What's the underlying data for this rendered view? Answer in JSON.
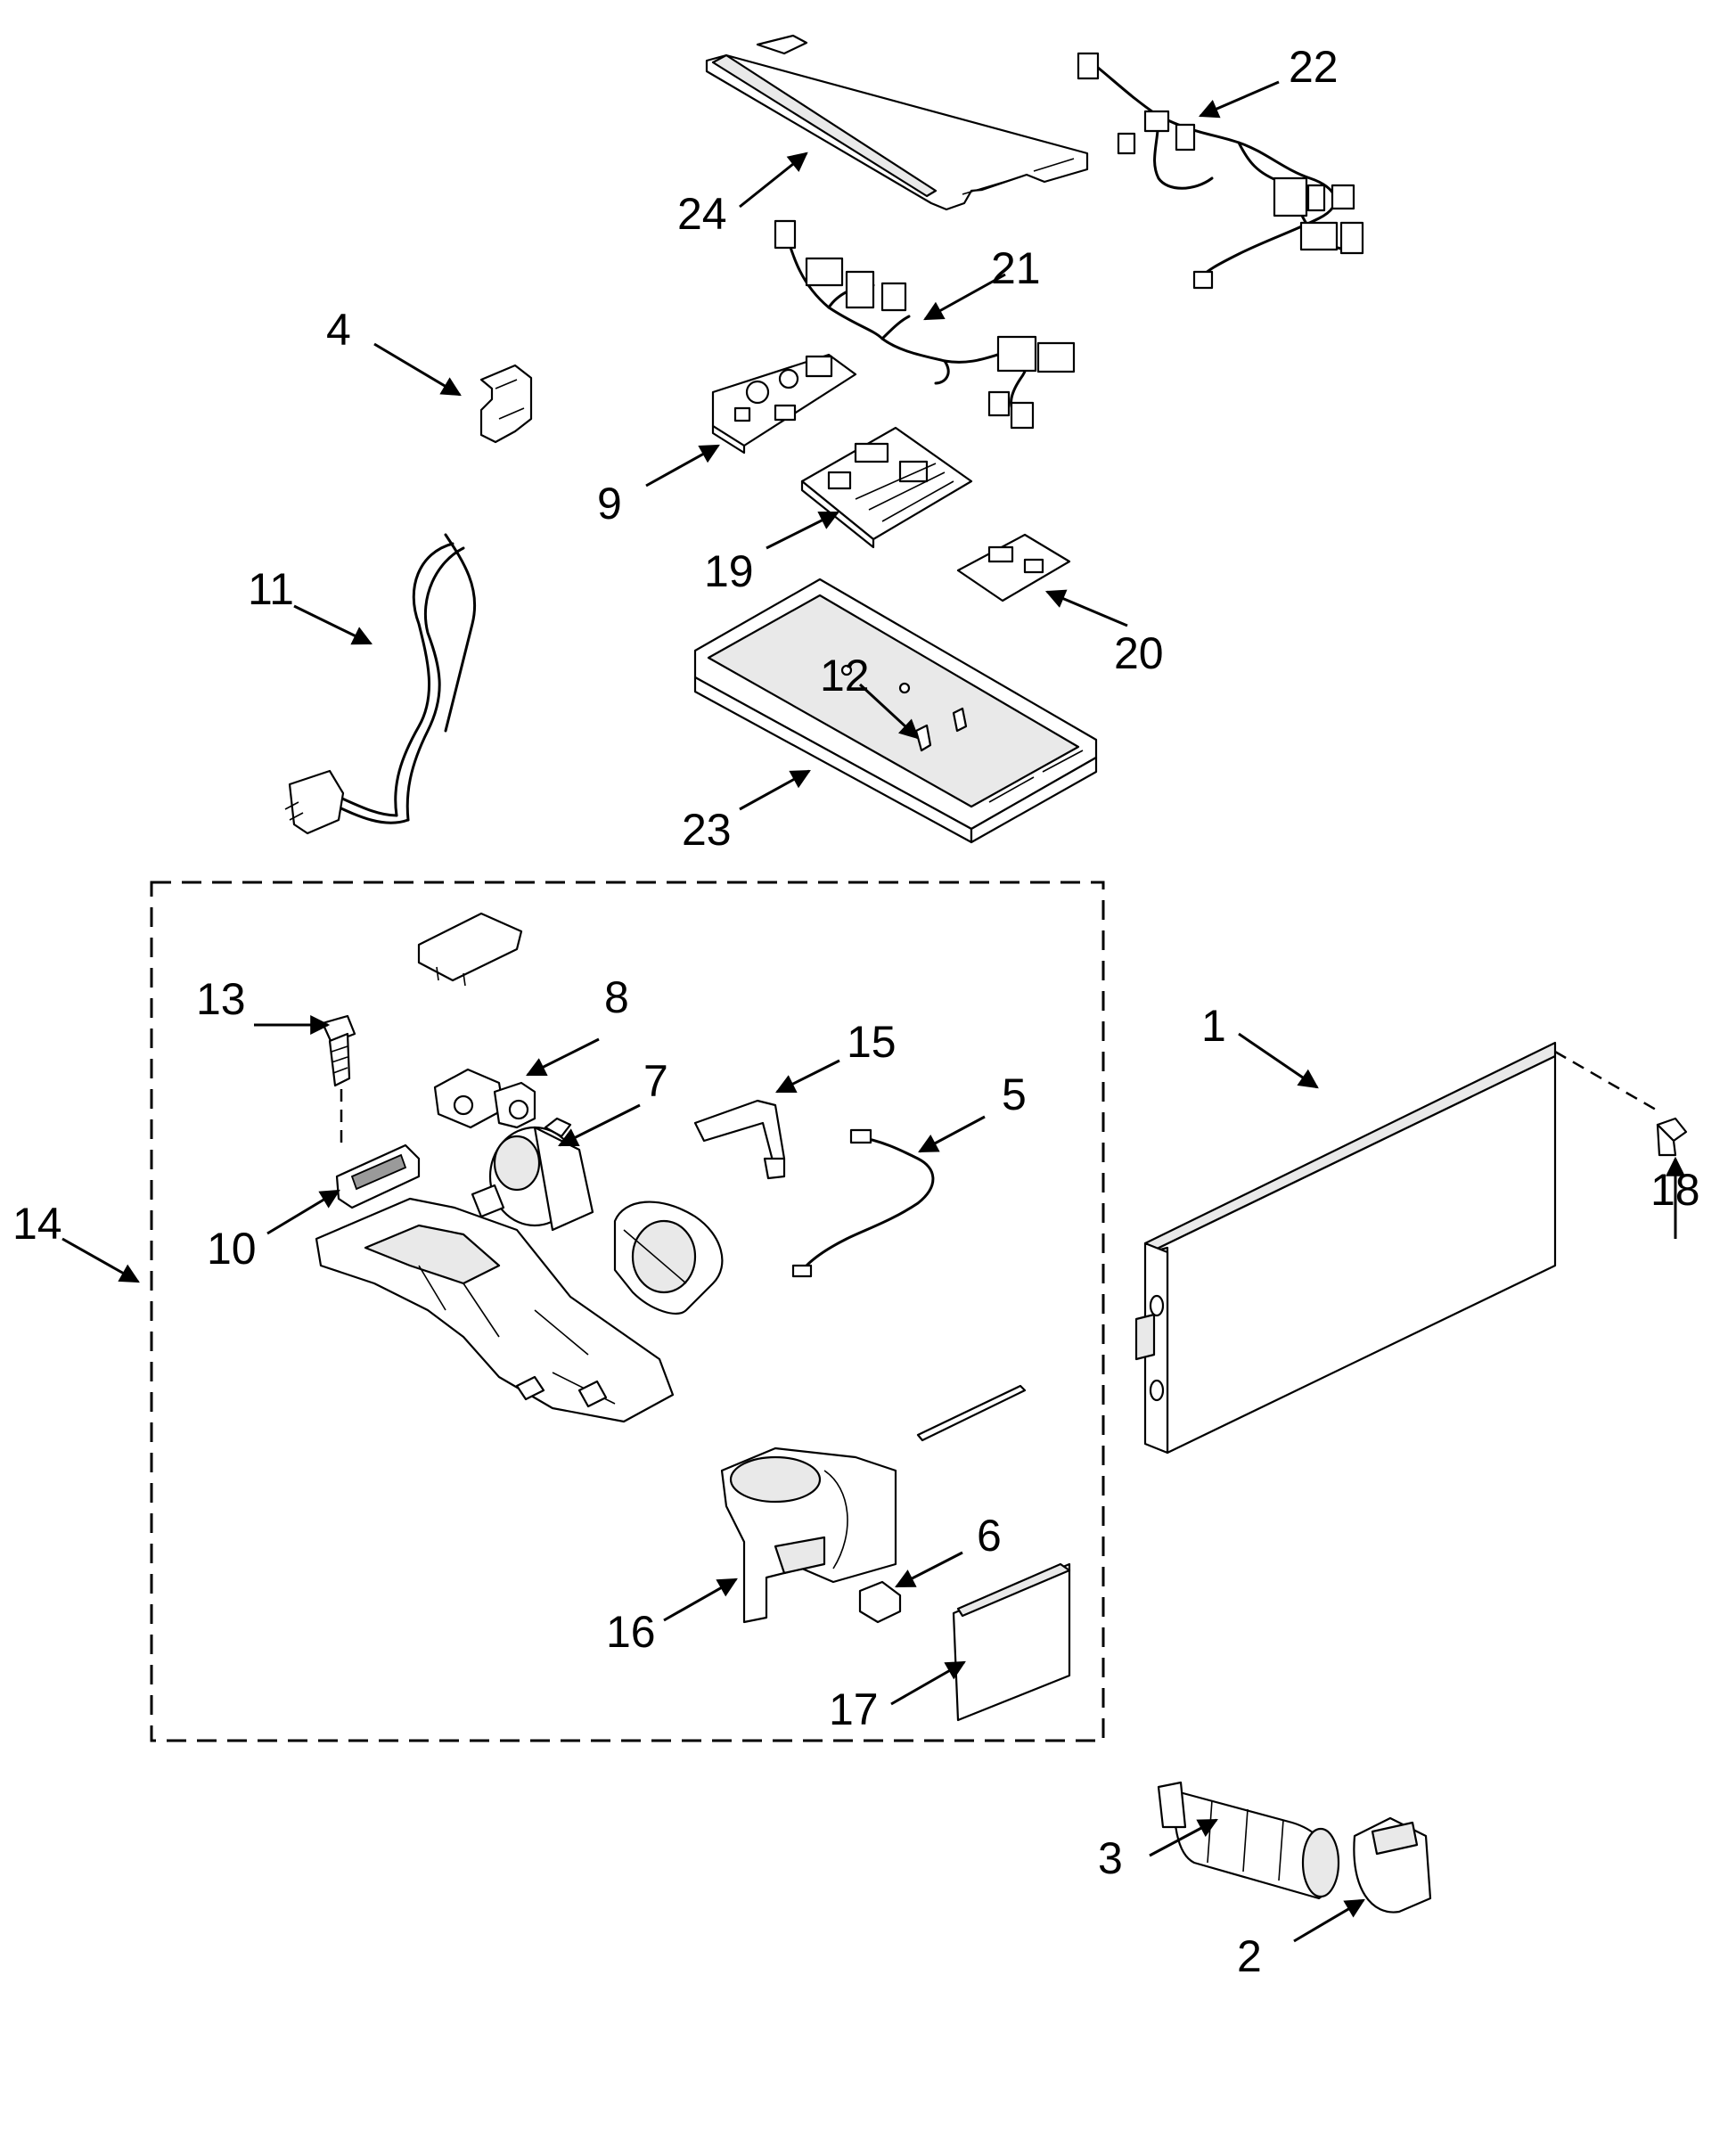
{
  "diagram": {
    "type": "exploded-parts-view",
    "callouts": [
      {
        "id": "c1",
        "text": "1"
      },
      {
        "id": "c2",
        "text": "2"
      },
      {
        "id": "c3",
        "text": "3"
      },
      {
        "id": "c4",
        "text": "4"
      },
      {
        "id": "c5",
        "text": "5"
      },
      {
        "id": "c6",
        "text": "6"
      },
      {
        "id": "c7",
        "text": "7"
      },
      {
        "id": "c8",
        "text": "8"
      },
      {
        "id": "c9",
        "text": "9"
      },
      {
        "id": "c10",
        "text": "10"
      },
      {
        "id": "c11",
        "text": "11"
      },
      {
        "id": "c12",
        "text": "12"
      },
      {
        "id": "c13",
        "text": "13"
      },
      {
        "id": "c14",
        "text": "14"
      },
      {
        "id": "c15",
        "text": "15"
      },
      {
        "id": "c16",
        "text": "16"
      },
      {
        "id": "c17",
        "text": "17"
      },
      {
        "id": "c18",
        "text": "18"
      },
      {
        "id": "c19",
        "text": "19"
      },
      {
        "id": "c20",
        "text": "20"
      },
      {
        "id": "c21",
        "text": "21"
      },
      {
        "id": "c22",
        "text": "22"
      },
      {
        "id": "c23",
        "text": "23"
      },
      {
        "id": "c24",
        "text": "24"
      }
    ]
  }
}
